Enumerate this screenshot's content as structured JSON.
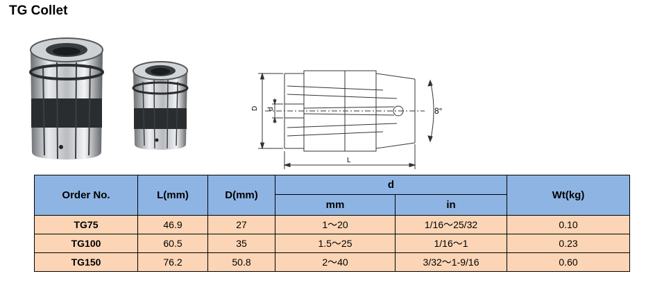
{
  "title": "TG Collet",
  "images": {
    "photo_large": "collet-photo-large",
    "photo_small": "collet-photo-small",
    "drawing": "collet-technical-drawing"
  },
  "drawing_labels": {
    "D": "D",
    "d": "d",
    "angle": "8°",
    "L": "L"
  },
  "table": {
    "headers": {
      "order_no": "Order  No.",
      "length": "L(mm)",
      "diameter": "D(mm)",
      "d_group": "d",
      "d_mm": "mm",
      "d_in": "in",
      "weight": "Wt(kg)"
    },
    "rows": [
      {
        "order": "TG75",
        "L": "46.9",
        "D": "27",
        "mm": "1～20",
        "in": "1/16～25/32",
        "wt": "0.10"
      },
      {
        "order": "TG100",
        "L": "60.5",
        "D": "35",
        "mm": "1.5～25",
        "in": "1/16～1",
        "wt": "0.23"
      },
      {
        "order": "TG150",
        "L": "76.2",
        "D": "50.8",
        "mm": "2～40",
        "in": "3/32～1-9/16",
        "wt": "0.60"
      }
    ]
  }
}
